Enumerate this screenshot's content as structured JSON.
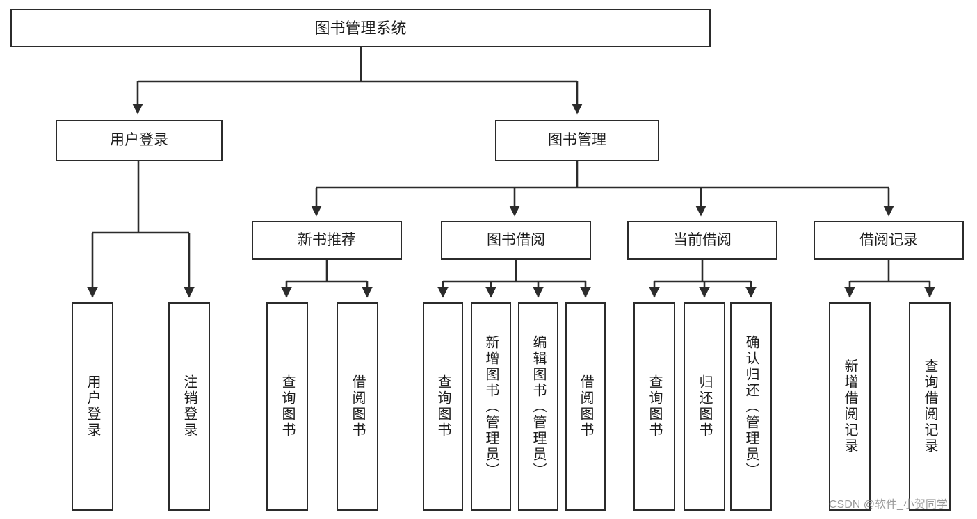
{
  "diagram": {
    "title_node": {
      "label": "图书管理系统"
    },
    "level2": [
      {
        "id": "user-login",
        "label": "用户登录"
      },
      {
        "id": "book-management",
        "label": "图书管理"
      }
    ],
    "level3": [
      {
        "id": "new-book-recommend",
        "label": "新书推荐"
      },
      {
        "id": "book-borrow",
        "label": "图书借阅"
      },
      {
        "id": "current-borrow",
        "label": "当前借阅"
      },
      {
        "id": "borrow-record",
        "label": "借阅记录"
      }
    ],
    "leaves": {
      "user_login": [
        {
          "id": "leaf-user-login",
          "label": "用户登录"
        },
        {
          "id": "leaf-logout-login",
          "label": "注销登录"
        }
      ],
      "new_book_recommend": [
        {
          "id": "leaf-query-book-1",
          "label": "查询图书"
        },
        {
          "id": "leaf-borrow-book-1",
          "label": "借阅图书"
        }
      ],
      "book_borrow": [
        {
          "id": "leaf-query-book-2",
          "label": "查询图书"
        },
        {
          "id": "leaf-add-book",
          "label": "新增图书（管理员）"
        },
        {
          "id": "leaf-edit-book",
          "label": "编辑图书（管理员）"
        },
        {
          "id": "leaf-borrow-book-2",
          "label": "借阅图书"
        }
      ],
      "current_borrow": [
        {
          "id": "leaf-query-book-3",
          "label": "查询图书"
        },
        {
          "id": "leaf-return-book",
          "label": "归还图书"
        },
        {
          "id": "leaf-confirm-return",
          "label": "确认归还（管理员）"
        }
      ],
      "borrow_record": [
        {
          "id": "leaf-add-record",
          "label": "新增借阅记录"
        },
        {
          "id": "leaf-query-record",
          "label": "查询借阅记录"
        }
      ]
    },
    "watermark": "CSDN @软件_小贺同学",
    "colors": {
      "stroke": "#2b2b2b",
      "text": "#1c1c1c",
      "background": "#ffffff",
      "watermark": "#9a9a9a"
    }
  }
}
